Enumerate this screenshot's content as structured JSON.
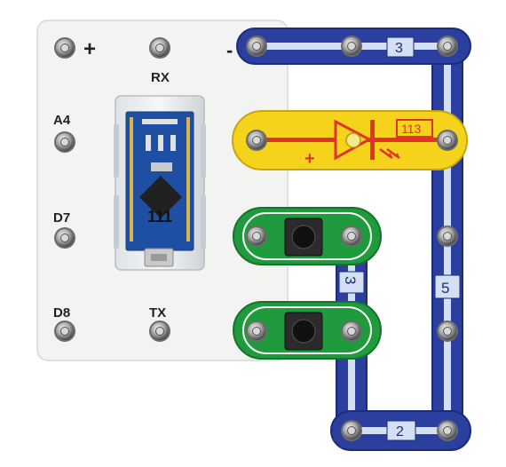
{
  "board": {
    "labels": {
      "plus": "+",
      "minus": "-",
      "rx": "RX",
      "a4": "A4",
      "d7": "D7",
      "d8": "D8",
      "tx": "TX"
    },
    "module_number": "111"
  },
  "wires": {
    "top": "3",
    "right": "5",
    "middle": "3",
    "bottom": "2"
  },
  "led": {
    "number": "113",
    "polarity": "+"
  },
  "colors": {
    "wire_blue": "#2a3f9e",
    "led_yellow": "#f5d21c",
    "button_green": "#1f9a3c",
    "board_white": "#f3f3f1",
    "pcb_blue": "#1f4fa3"
  }
}
